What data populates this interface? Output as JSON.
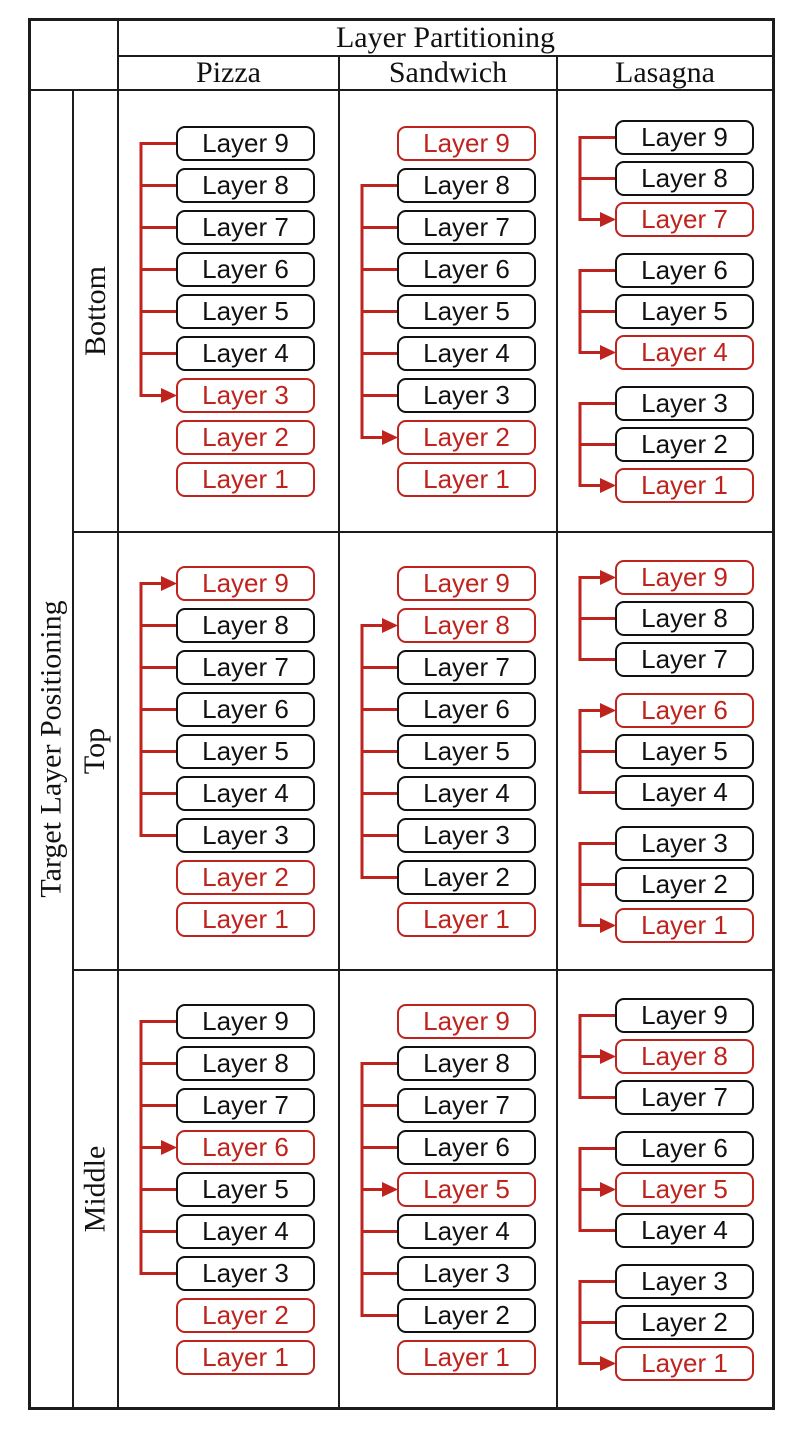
{
  "header": {
    "col_group_label": "Layer Partitioning",
    "columns": [
      "Pizza",
      "Sandwich",
      "Lasagna"
    ],
    "row_group_label": "Target Layer Positioning",
    "rows": [
      "Bottom",
      "Top",
      "Middle"
    ]
  },
  "colors": {
    "red": "#BE231E",
    "black": "#111111"
  },
  "layer_labels": [
    "Layer 9",
    "Layer 8",
    "Layer 7",
    "Layer 6",
    "Layer 5",
    "Layer 4",
    "Layer 3",
    "Layer 2",
    "Layer 1"
  ],
  "cells": [
    {
      "row": "Bottom",
      "column": "Pizza",
      "area": "c11",
      "red_layers": [
        3,
        2,
        1
      ],
      "groups": [
        {
          "members": [
            9,
            8,
            7,
            6,
            5,
            4
          ],
          "target": 3
        }
      ],
      "group_breaks": []
    },
    {
      "row": "Bottom",
      "column": "Sandwich",
      "area": "c12",
      "red_layers": [
        9,
        2,
        1
      ],
      "groups": [
        {
          "members": [
            8,
            7,
            6,
            5,
            4,
            3
          ],
          "target": 2
        }
      ],
      "group_breaks": []
    },
    {
      "row": "Bottom",
      "column": "Lasagna",
      "area": "c13",
      "red_layers": [
        7,
        4,
        1
      ],
      "groups": [
        {
          "members": [
            9,
            8
          ],
          "target": 7
        },
        {
          "members": [
            6,
            5
          ],
          "target": 4
        },
        {
          "members": [
            3,
            2
          ],
          "target": 1
        }
      ],
      "group_breaks": [
        6,
        3
      ]
    },
    {
      "row": "Top",
      "column": "Pizza",
      "area": "c21",
      "red_layers": [
        9,
        2,
        1
      ],
      "groups": [
        {
          "members": [
            8,
            7,
            6,
            5,
            4,
            3
          ],
          "target": 9
        }
      ],
      "group_breaks": []
    },
    {
      "row": "Top",
      "column": "Sandwich",
      "area": "c22",
      "red_layers": [
        9,
        8,
        1
      ],
      "groups": [
        {
          "members": [
            7,
            6,
            5,
            4,
            3,
            2
          ],
          "target": 8
        }
      ],
      "group_breaks": []
    },
    {
      "row": "Top",
      "column": "Lasagna",
      "area": "c23",
      "red_layers": [
        9,
        6,
        1
      ],
      "groups": [
        {
          "members": [
            8,
            7
          ],
          "target": 9
        },
        {
          "members": [
            5,
            4
          ],
          "target": 6
        },
        {
          "members": [
            3,
            2
          ],
          "target": 1
        }
      ],
      "group_breaks": [
        6,
        3
      ]
    },
    {
      "row": "Middle",
      "column": "Pizza",
      "area": "c31",
      "red_layers": [
        6,
        2,
        1
      ],
      "groups": [
        {
          "members": [
            9,
            8,
            7,
            5,
            4,
            3
          ],
          "target": 6
        }
      ],
      "group_breaks": []
    },
    {
      "row": "Middle",
      "column": "Sandwich",
      "area": "c32",
      "red_layers": [
        9,
        5,
        1
      ],
      "groups": [
        {
          "members": [
            8,
            7,
            6,
            4,
            3,
            2
          ],
          "target": 5
        }
      ],
      "group_breaks": []
    },
    {
      "row": "Middle",
      "column": "Lasagna",
      "area": "c33",
      "red_layers": [
        8,
        5,
        1
      ],
      "groups": [
        {
          "members": [
            9,
            7
          ],
          "target": 8
        },
        {
          "members": [
            6,
            4
          ],
          "target": 5
        },
        {
          "members": [
            3,
            2
          ],
          "target": 1
        }
      ],
      "group_breaks": [
        6,
        3
      ]
    }
  ]
}
